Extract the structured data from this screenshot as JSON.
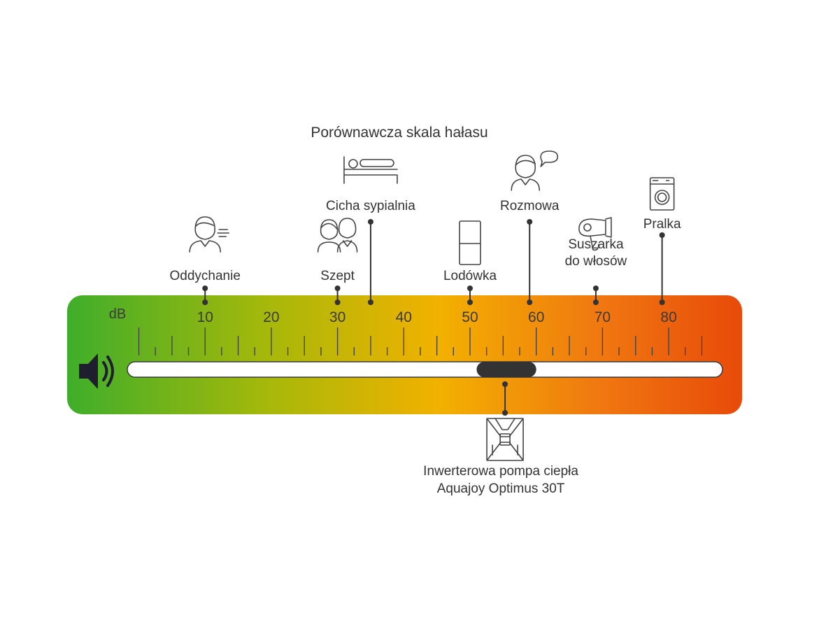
{
  "title": "Porównawcza skala hałasu",
  "unit": "dB",
  "scale": {
    "min": 0,
    "max": 90,
    "major_ticks": [
      10,
      20,
      30,
      40,
      50,
      60,
      70,
      80
    ],
    "major_labels": [
      "10",
      "20",
      "30",
      "40",
      "50",
      "60",
      "70",
      "80"
    ],
    "gradient_colors": [
      "#3fae2a",
      "#a7b80a",
      "#f2b100",
      "#f07a10",
      "#e84a0a"
    ]
  },
  "sources": [
    {
      "label": "Oddychanie",
      "db": 10,
      "icon": "breathing-person-icon"
    },
    {
      "label": "Szept",
      "db": 30,
      "icon": "whispering-people-icon"
    },
    {
      "label": "Cicha sypialnia",
      "db": 35,
      "icon": "bed-icon"
    },
    {
      "label": "Lodówka",
      "db": 50,
      "icon": "fridge-icon"
    },
    {
      "label": "Rozmowa",
      "db": 59,
      "icon": "talking-person-icon"
    },
    {
      "label_lines": [
        "Suszarka",
        "do włosów"
      ],
      "db": 69,
      "icon": "hair-dryer-icon"
    },
    {
      "label": "Pralka",
      "db": 79,
      "icon": "washing-machine-icon"
    }
  ],
  "product": {
    "label_lines": [
      "Inwerterowa pompa ciepła",
      "Aquajoy Optimus 30T"
    ],
    "db_range": [
      51,
      60
    ],
    "icon": "heat-pump-icon"
  },
  "speaker_icon": "speaker-icon"
}
